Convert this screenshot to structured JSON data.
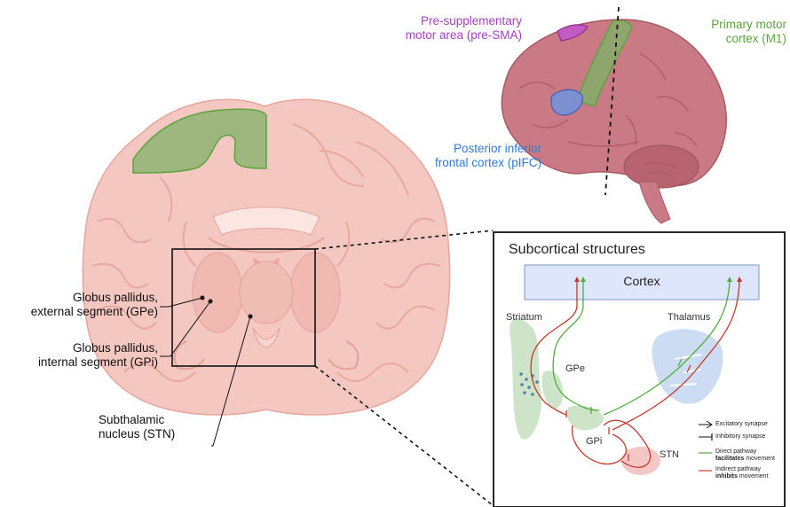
{
  "colors": {
    "pre_sma": "#a43fc0",
    "m1": "#5aa53a",
    "pifc": "#2f7bd7",
    "excitatory": "#4fae3b",
    "inhibitory": "#c43a2e",
    "brain_coronal": "#f4c7c0",
    "brain_lateral": "#c97a84"
  },
  "cortex_labels": {
    "pre_sma": [
      "Pre-supplementary",
      "motor area (pre-SMA)"
    ],
    "m1": [
      "Primary motor",
      "cortex (M1)"
    ],
    "pifc": [
      "Posterior inferior",
      "frontal cortex (pIFC)"
    ]
  },
  "structure_labels": {
    "gpe": [
      "Globus pallidus,",
      "external segment (GPe)"
    ],
    "gpi": [
      "Globus pallidus,",
      "internal segment (GPi)"
    ],
    "stn": [
      "Subthalamic",
      "nucleus (STN)"
    ]
  },
  "inset": {
    "title": "Subcortical structures",
    "cortex": "Cortex",
    "striatum": "Striatum",
    "thalamus": "Thalamus",
    "gpe": "GPe",
    "gpi": "GPi",
    "stn": "STN"
  },
  "legend": {
    "excitatory": "Excitatory synapse",
    "inhibitory": "Inhibitory synapse",
    "direct_line1": "Direct pathway",
    "direct_bold": "facilitates",
    "direct_rest": " movement",
    "indirect_line1": "Indirect pathway",
    "indirect_bold": "inhibits",
    "indirect_rest": " movement"
  }
}
